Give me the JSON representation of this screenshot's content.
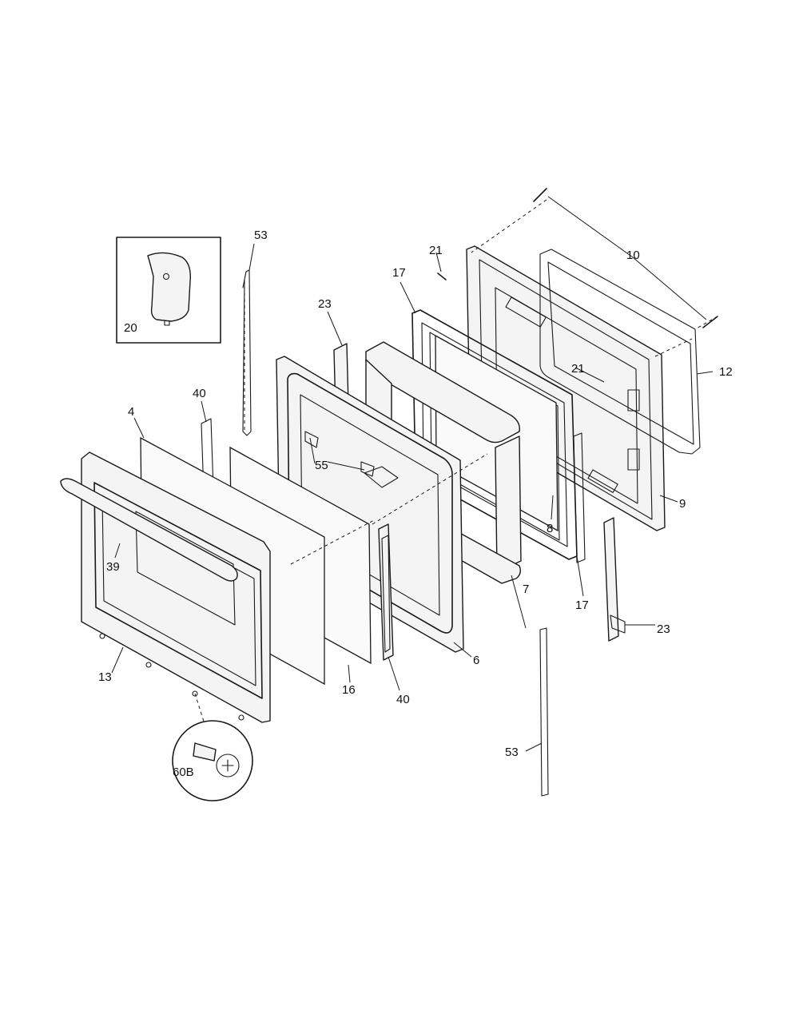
{
  "labels": {
    "p53_top": "53",
    "p10": "10",
    "p21_top": "21",
    "p17_top": "17",
    "p23_top": "23",
    "p12": "12",
    "p21_mid": "21",
    "p40_top": "40",
    "p4": "4",
    "p20": "20",
    "p9": "9",
    "p55": "55",
    "p39": "39",
    "p8": "8",
    "p7": "7",
    "p17_bot": "17",
    "p23_bot": "23",
    "p6": "6",
    "p13": "13",
    "p16": "16",
    "p40_bot": "40",
    "p53_bot": "53",
    "p60B": "60B"
  }
}
